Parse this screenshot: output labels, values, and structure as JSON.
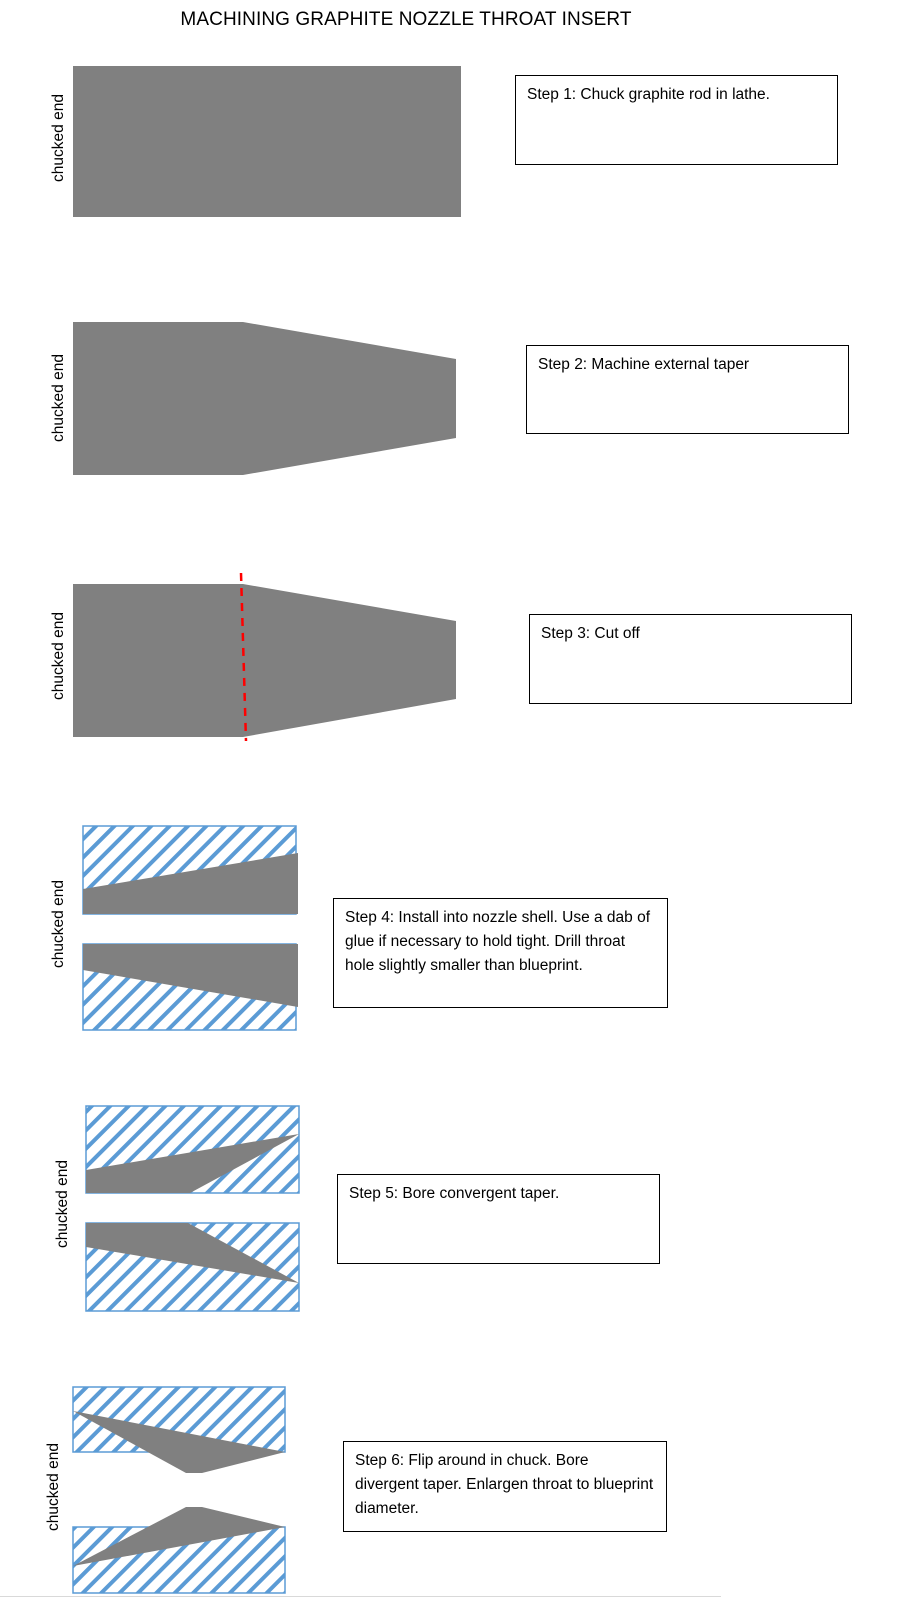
{
  "title": "MACHINING GRAPHITE NOZZLE THROAT INSERT",
  "side_label": "chucked end",
  "steps": [
    {
      "text": "Step 1: Chuck graphite rod in lathe."
    },
    {
      "text": "Step 2: Machine external taper"
    },
    {
      "text": "Step 3: Cut off"
    },
    {
      "text": "Step 4: Install into nozzle shell. Use a dab of glue if necessary to hold tight. Drill throat hole slightly smaller than blueprint."
    },
    {
      "text": "Step 5: Bore convergent taper."
    },
    {
      "text": "Step 6: Flip around in chuck. Bore divergent taper. Enlargen throat to blueprint diameter."
    }
  ],
  "colors": {
    "graphite": "#808080",
    "shell_hatch": "#5b9bd5",
    "cut_line": "#ff0000",
    "box_border": "#000000"
  }
}
